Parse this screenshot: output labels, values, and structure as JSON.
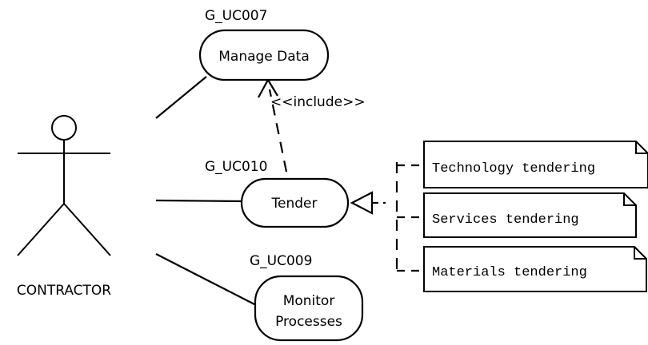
{
  "actor": {
    "name": "CONTRACTOR",
    "icon": "stick-figure-actor"
  },
  "use_cases": [
    {
      "id_label": "G_UC007",
      "lines": [
        "Manage Data"
      ]
    },
    {
      "id_label": "G_UC010",
      "lines": [
        "Tender"
      ]
    },
    {
      "id_label": "G_UC009",
      "lines": [
        "Monitor",
        "Processes"
      ]
    }
  ],
  "include_label": "<<include>>",
  "notes": [
    {
      "text": "Technology tendering"
    },
    {
      "text": "Services tendering"
    },
    {
      "text": "Materials tendering"
    }
  ]
}
